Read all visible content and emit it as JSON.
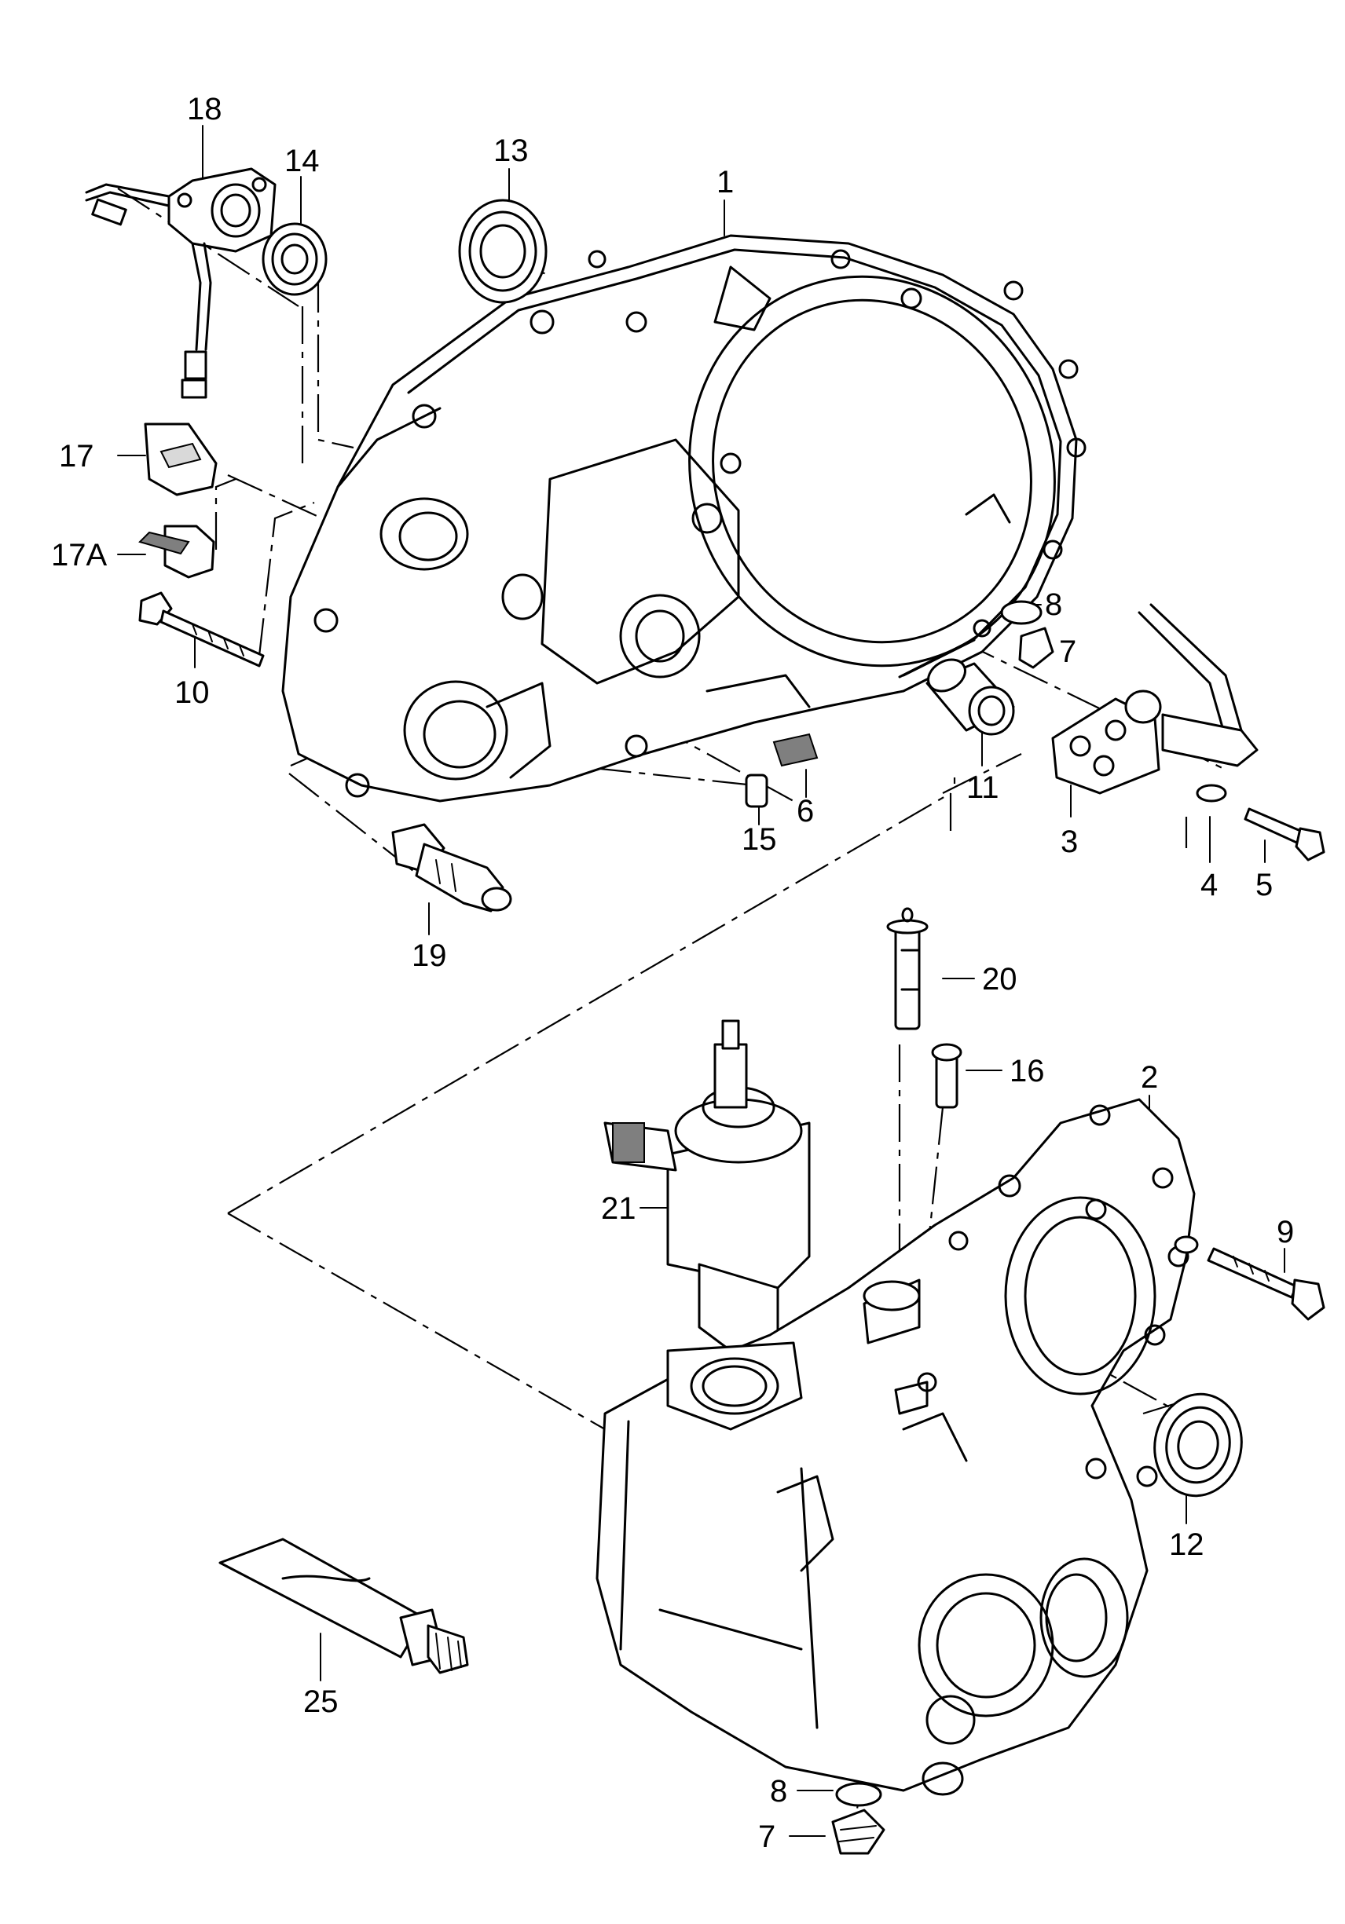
{
  "callouts": [
    {
      "id": "1",
      "label": "1"
    },
    {
      "id": "2",
      "label": "2"
    },
    {
      "id": "3",
      "label": "3"
    },
    {
      "id": "4",
      "label": "4"
    },
    {
      "id": "5",
      "label": "5"
    },
    {
      "id": "6",
      "label": "6"
    },
    {
      "id": "7a",
      "label": "7"
    },
    {
      "id": "7b",
      "label": "7"
    },
    {
      "id": "8a",
      "label": "8"
    },
    {
      "id": "8b",
      "label": "8"
    },
    {
      "id": "9",
      "label": "9"
    },
    {
      "id": "10",
      "label": "10"
    },
    {
      "id": "11",
      "label": "11"
    },
    {
      "id": "12",
      "label": "12"
    },
    {
      "id": "13",
      "label": "13"
    },
    {
      "id": "14",
      "label": "14"
    },
    {
      "id": "15",
      "label": "15"
    },
    {
      "id": "16",
      "label": "16"
    },
    {
      "id": "17",
      "label": "17"
    },
    {
      "id": "17A",
      "label": "17A"
    },
    {
      "id": "18",
      "label": "18"
    },
    {
      "id": "19",
      "label": "19"
    },
    {
      "id": "20",
      "label": "20"
    },
    {
      "id": "21",
      "label": "21"
    },
    {
      "id": "25",
      "label": "25"
    }
  ]
}
